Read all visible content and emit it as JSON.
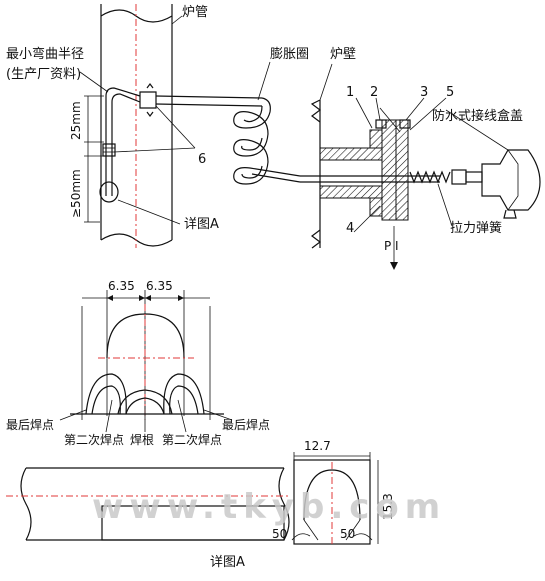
{
  "labels": {
    "furnace_tube": "炉管",
    "min_bend_radius": "最小弯曲半径",
    "producer_data": "(生产厂资料)",
    "expansion_loop": "膨胀圈",
    "furnace_wall": "炉壁",
    "num_1": "1",
    "num_2": "2",
    "num_3": "3",
    "num_5": "5",
    "num_4": "4",
    "num_6": "6",
    "waterproof_box": "防水式接线盒盖",
    "tension_spring": "拉力弹簧",
    "detail_a_top": "详图A",
    "detail_a_bottom": "详图A",
    "dim_25mm": "25mm",
    "dim_50mm": "≥50mm",
    "pi_label": "P I",
    "dim_635_left": "6.35",
    "dim_635_right": "6.35",
    "last_weld_left": "最后焊点",
    "last_weld_right": "最后焊点",
    "second_weld_left": "第二次焊点",
    "weld_root": "焊根",
    "second_weld_right": "第二次焊点",
    "dim_127": "12.7",
    "dim_153": "15.3",
    "angle_50_left": "50",
    "angle_50_right": "50"
  },
  "watermark": "www.tkyb.com",
  "colors": {
    "line": "#111111",
    "centerline": "#e23a3a",
    "watermark": "#c9c9c9"
  }
}
